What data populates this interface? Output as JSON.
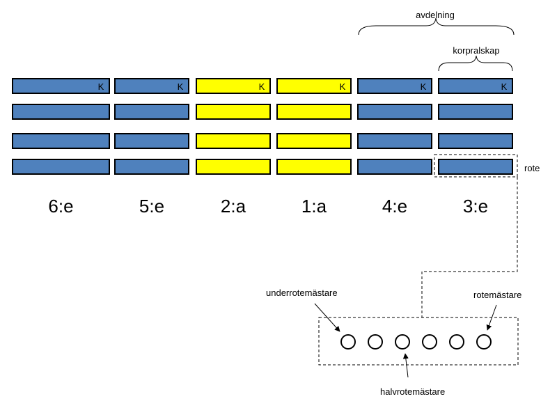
{
  "labels": {
    "avdelning": "avdelning",
    "korpralskap": "korpralskap",
    "rote": "rote",
    "underrotemastare": "underrotemästare",
    "rotemastare": "rotemästare",
    "halvrotemastare": "halvrotemästare",
    "k_marker": "K"
  },
  "colors": {
    "blue": "#4f81bd",
    "yellow": "#ffff00",
    "outline": "#000000"
  },
  "columns": [
    {
      "label": "6:e",
      "color": "blue"
    },
    {
      "label": "5:e",
      "color": "blue"
    },
    {
      "label": "2:a",
      "color": "yellow"
    },
    {
      "label": "1:a",
      "color": "yellow"
    },
    {
      "label": "4:e",
      "color": "blue"
    },
    {
      "label": "3:e",
      "color": "blue"
    }
  ],
  "rows_per_column": 4,
  "circles_count": 6
}
